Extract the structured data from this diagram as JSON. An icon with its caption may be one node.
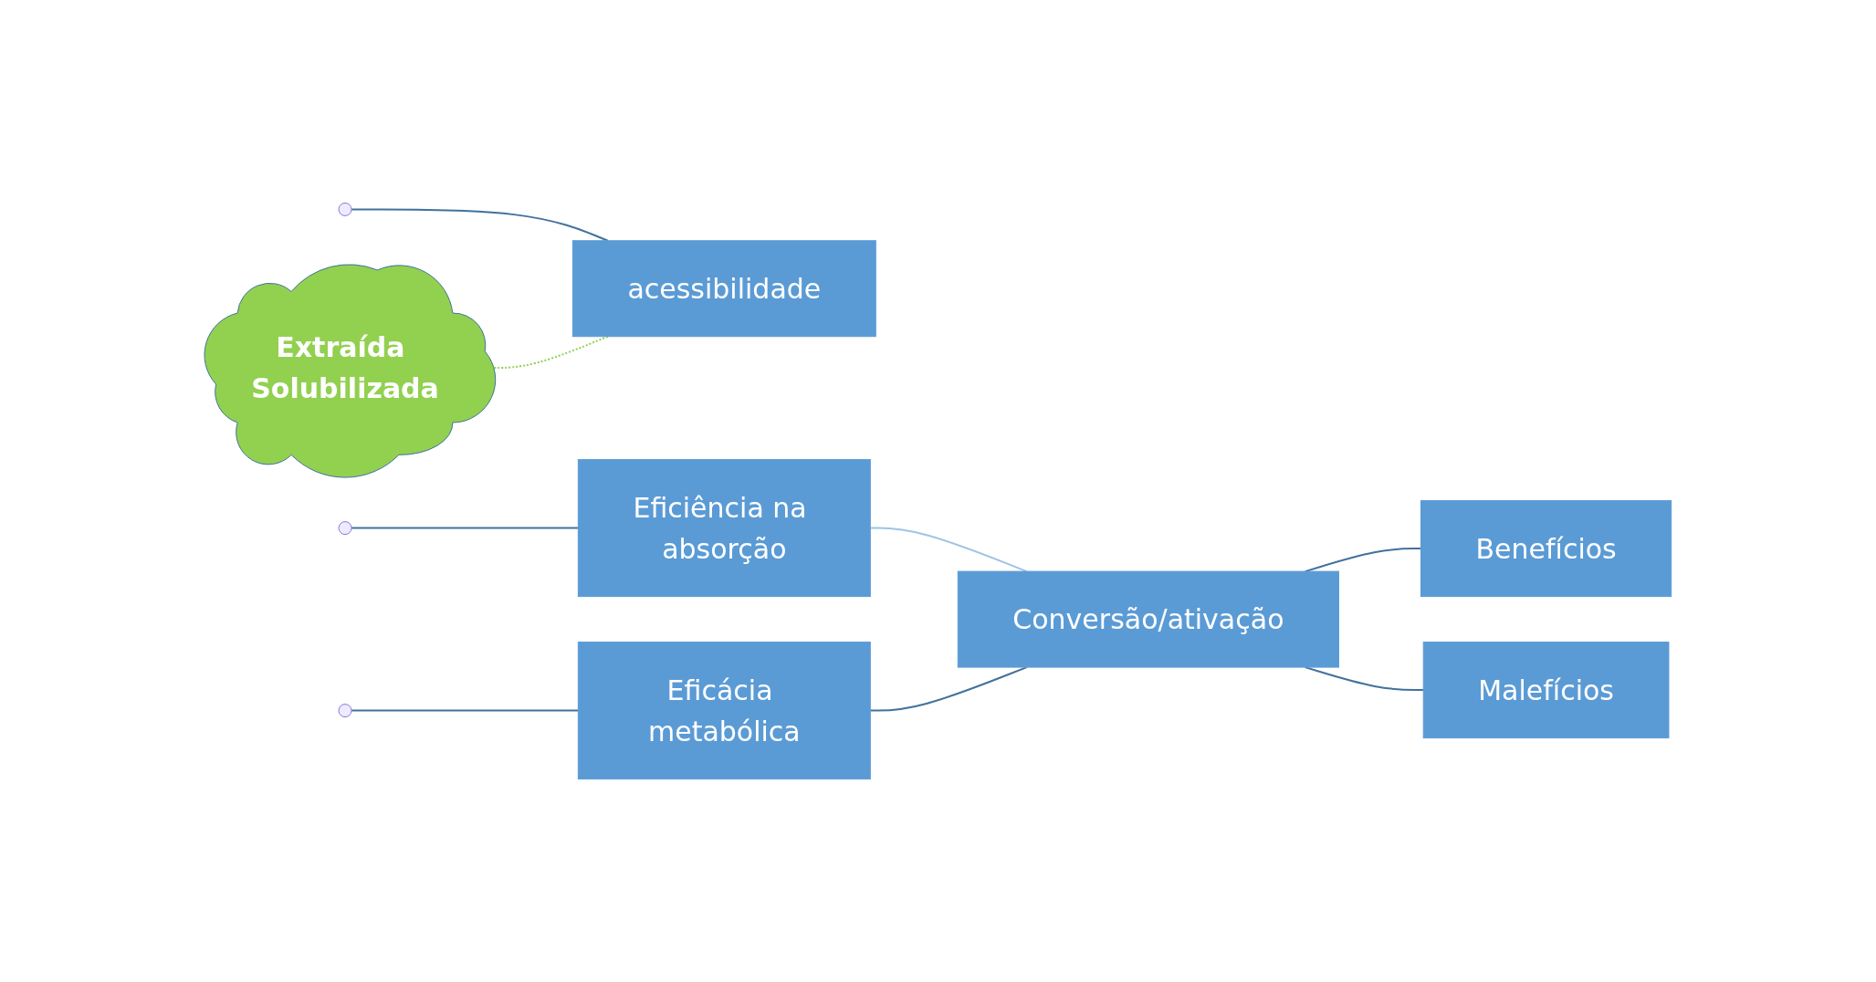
{
  "diagram": {
    "nodes": [
      {
        "text": [
          "acessibilidade"
        ]
      },
      {
        "text": [
          "Eficiência na absorção"
        ]
      },
      {
        "text": [
          "Eficácia metabólica"
        ]
      },
      {
        "text": [
          "Conversão/ativação"
        ]
      },
      {
        "text": [
          "Benefícios"
        ]
      },
      {
        "text": [
          "Malefícios"
        ]
      },
      {
        "text": [
          "Extraída Solubilizada"
        ]
      }
    ],
    "edges": [
      {
        "from": null,
        "to": 0,
        "arrow": "none"
      },
      {
        "from": null,
        "to": 1,
        "arrow": "none"
      },
      {
        "from": null,
        "to": 2,
        "arrow": "none"
      },
      {
        "from": 6,
        "to": 0,
        "arrow": "none",
        "style": "dashed",
        "color": "#92d050"
      },
      {
        "from": 1,
        "to": 3,
        "arrow": "none",
        "color": "#9dc3e6"
      },
      {
        "from": 2,
        "to": 3,
        "arrow": "none"
      },
      {
        "from": 3,
        "to": 4,
        "arrow": "none"
      },
      {
        "from": 3,
        "to": 5,
        "arrow": "none"
      }
    ]
  }
}
